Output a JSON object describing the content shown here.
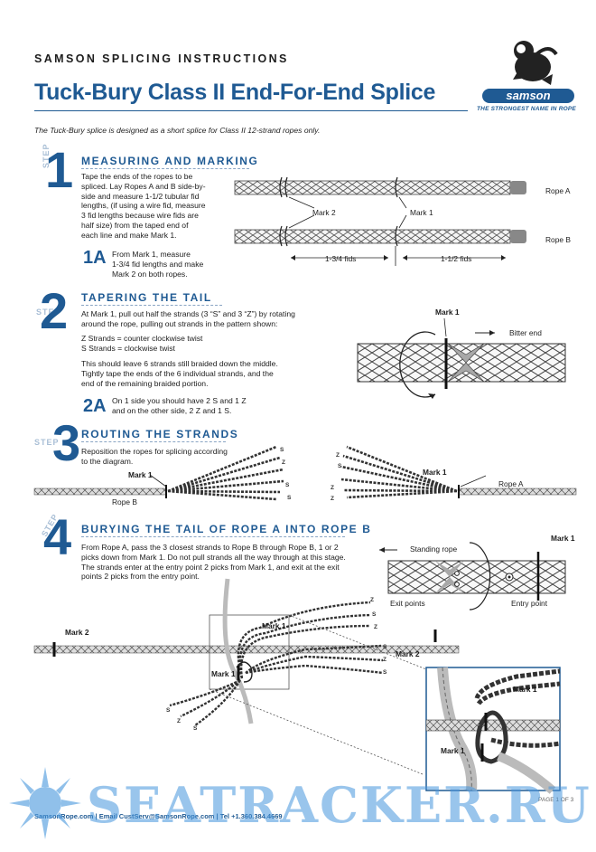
{
  "header": {
    "kicker": "SAMSON SPLICING INSTRUCTIONS",
    "title": "Tuck-Bury Class II End-For-End Splice",
    "intro": "The Tuck-Bury splice is designed as a short splice for Class II 12-strand ropes only.",
    "logo_word": "samson",
    "tagline": "THE STRONGEST NAME IN ROPE"
  },
  "step_word": "STEP",
  "steps": [
    {
      "number": "1",
      "title": "MEASURING AND MARKING",
      "body": [
        "Tape the ends of the ropes to be",
        "spliced. Lay Ropes A and B side-by-",
        "side and measure 1-1/2 tubular fid",
        "lengths, (if using a wire fid, measure",
        "3 fid lengths because wire fids are",
        "half size) from the taped end of",
        "each line and make Mark 1."
      ],
      "sub_number": "1A",
      "sub_body": [
        "From Mark 1, measure",
        "1-3/4 fid lengths and make",
        "Mark 2 on both ropes."
      ],
      "labels": {
        "rope_a": "Rope A",
        "rope_b": "Rope B",
        "mark1": "Mark 1",
        "mark2": "Mark 2",
        "dim_left": "1-3/4 fids",
        "dim_right": "1-1/2 fids"
      }
    },
    {
      "number": "2",
      "title": "TAPERING THE TAIL",
      "body": [
        "At Mark 1, pull out half the strands (3 “S” and 3 “Z”) by rotating",
        "around the rope, pulling out strands in the pattern shown:"
      ],
      "twist": [
        "Z Strands = counter clockwise twist",
        "S Strands = clockwise twist"
      ],
      "body2": [
        "This should leave 6 strands still braided down the middle.",
        "Tightly tape the ends of the 6 individual strands, and the",
        "end of the remaining braided portion."
      ],
      "sub_number": "2A",
      "sub_body": [
        "On 1 side you should have 2 S and 1 Z",
        "and on the other side, 2 Z and 1 S."
      ],
      "labels": {
        "mark1": "Mark 1",
        "bitter_end": "Bitter end"
      }
    },
    {
      "number": "3",
      "title": "ROUTING THE STRANDS",
      "body": [
        "Reposition the ropes for splicing according",
        "to the diagram."
      ],
      "labels": {
        "mark1_left": "Mark 1",
        "mark1_right": "Mark 1",
        "rope_b": "Rope B",
        "rope_a": "Rope A"
      }
    },
    {
      "number": "4",
      "title": "BURYING THE TAIL OF ROPE A INTO ROPE B",
      "body": [
        "From Rope A, pass the 3 closest strands to Rope B through Rope B, 1 or 2",
        "picks down from Mark 1. Do not pull strands all the way through at this stage.",
        "The strands enter at the entry point 2 picks from Mark 1, and exit at the exit",
        "points 2 picks from the entry point."
      ],
      "labels": {
        "standing_rope": "Standing rope",
        "mark1": "Mark 1",
        "exit_points": "Exit points",
        "entry_point": "Entry point",
        "mark2_left": "Mark 2",
        "mark2_right": "Mark 2",
        "mark1_a": "Mark 1",
        "mark1_b": "Mark 1",
        "mark1_c": "Mark 1",
        "mark1_d": "Mark 1"
      }
    }
  ],
  "strand_letters": [
    "Z",
    "S",
    "Z",
    "S",
    "Z",
    "S"
  ],
  "footer": {
    "text": "SamsonRope.com  |  Email CustServ@SamsonRope.com  |  Tel +1.360.384.4669",
    "page": "PAGE 1 OF 3"
  },
  "watermark": "SEATRACKER.RU",
  "colors": {
    "brand_blue": "#1f5a93",
    "step_grey": "#a9bfd6",
    "watermark": "#4696dc"
  }
}
